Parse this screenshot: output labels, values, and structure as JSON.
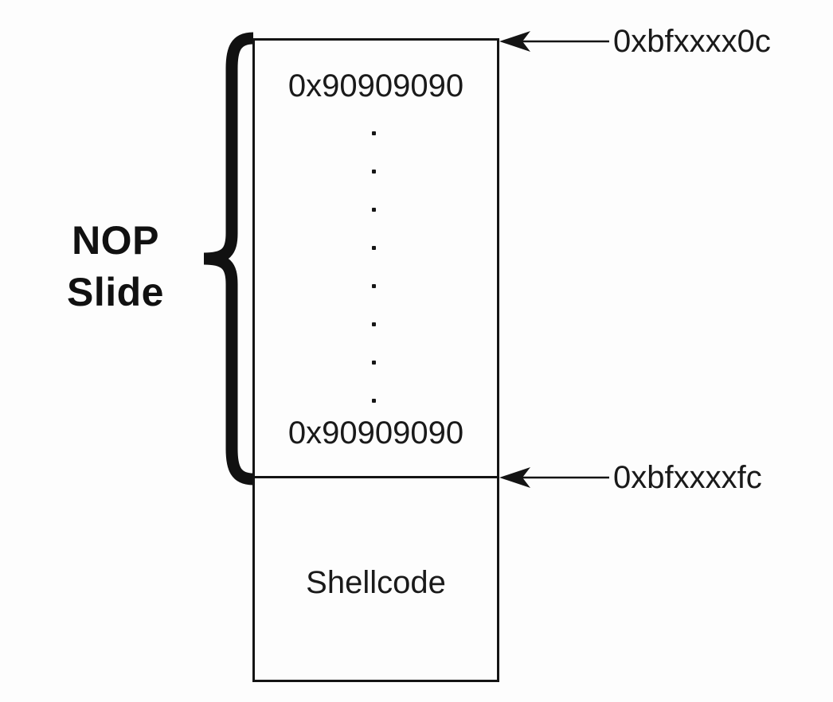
{
  "diagram": {
    "brace_label": {
      "line1": "NOP",
      "line2": "Slide"
    },
    "memory_box": {
      "nop_region": {
        "top_value": "0x90909090",
        "bottom_value": "0x90909090",
        "dots_count": 8
      },
      "shellcode_region": {
        "label": "Shellcode"
      }
    },
    "annotations": {
      "top_address": "0xbfxxxx0c",
      "bottom_address": "0xbfxxxxfc"
    },
    "colors": {
      "ink": "#141414",
      "background": "#fdfdfd"
    }
  }
}
